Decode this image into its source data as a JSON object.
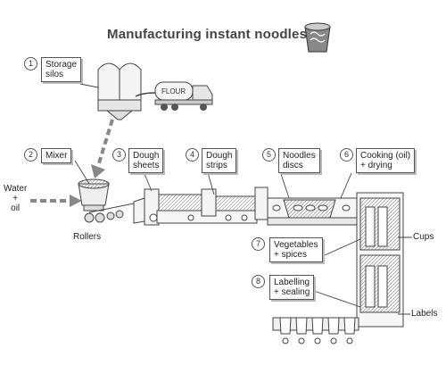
{
  "title": "Manufacturing instant noodles",
  "steps": [
    {
      "num": "1",
      "label": "Storage\nsilos"
    },
    {
      "num": "2",
      "label": "Mixer"
    },
    {
      "num": "3",
      "label": "Dough\nsheets"
    },
    {
      "num": "4",
      "label": "Dough\nstrips"
    },
    {
      "num": "5",
      "label": "Noodles\ndiscs"
    },
    {
      "num": "6",
      "label": "Cooking (oil)\n+ drying"
    },
    {
      "num": "7",
      "label": "Vegetables\n+ spices"
    },
    {
      "num": "8",
      "label": "Labelling\n+ sealing"
    }
  ],
  "labels": {
    "water_oil": "Water\n+\noil",
    "rollers": "Rollers",
    "cups": "Cups",
    "labels": "Labels",
    "flour": "FLOUR"
  }
}
